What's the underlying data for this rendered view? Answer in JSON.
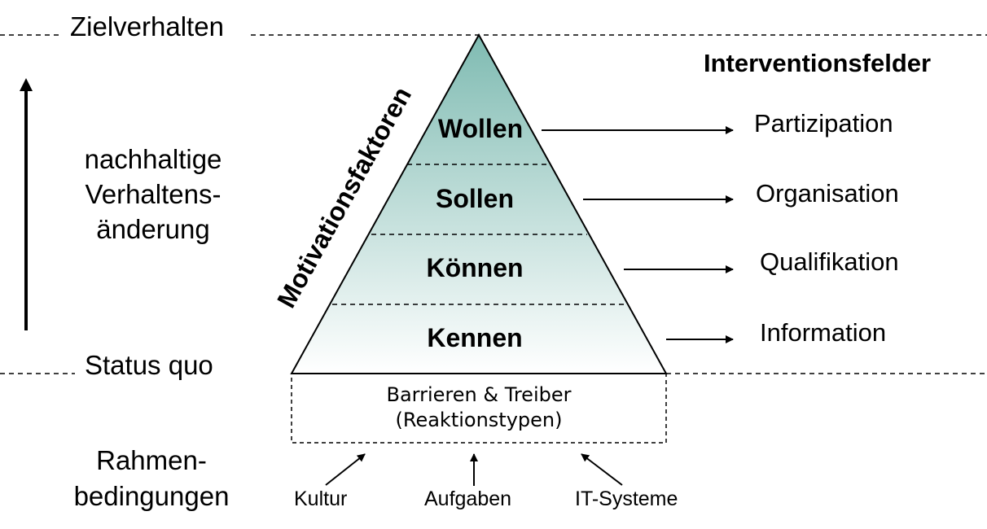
{
  "diagram": {
    "top_label": "Zielverhalten",
    "bottom_label": "Status quo",
    "axis_label_lines": [
      "nachhaltige",
      "Verhaltens-",
      "änderung"
    ],
    "pyramid_side_label": "Motivationsfaktoren",
    "fields_heading": "Interventionsfelder",
    "levels": [
      {
        "name": "Wollen",
        "field": "Partizipation"
      },
      {
        "name": "Sollen",
        "field": "Organisation"
      },
      {
        "name": "Können",
        "field": "Qualifikation"
      },
      {
        "name": "Kennen",
        "field": "Information"
      }
    ],
    "barrier_box_lines": [
      "Barrieren & Treiber",
      "(Reaktionstypen)"
    ],
    "conditions_label_lines": [
      "Rahmen-",
      "bedingungen"
    ],
    "conditions": [
      "Kultur",
      "Aufgaben",
      "IT-Systeme"
    ],
    "colors": {
      "pyramid_top": "#7fbbb2",
      "pyramid_bottom": "#ffffff",
      "line": "#000000"
    }
  }
}
